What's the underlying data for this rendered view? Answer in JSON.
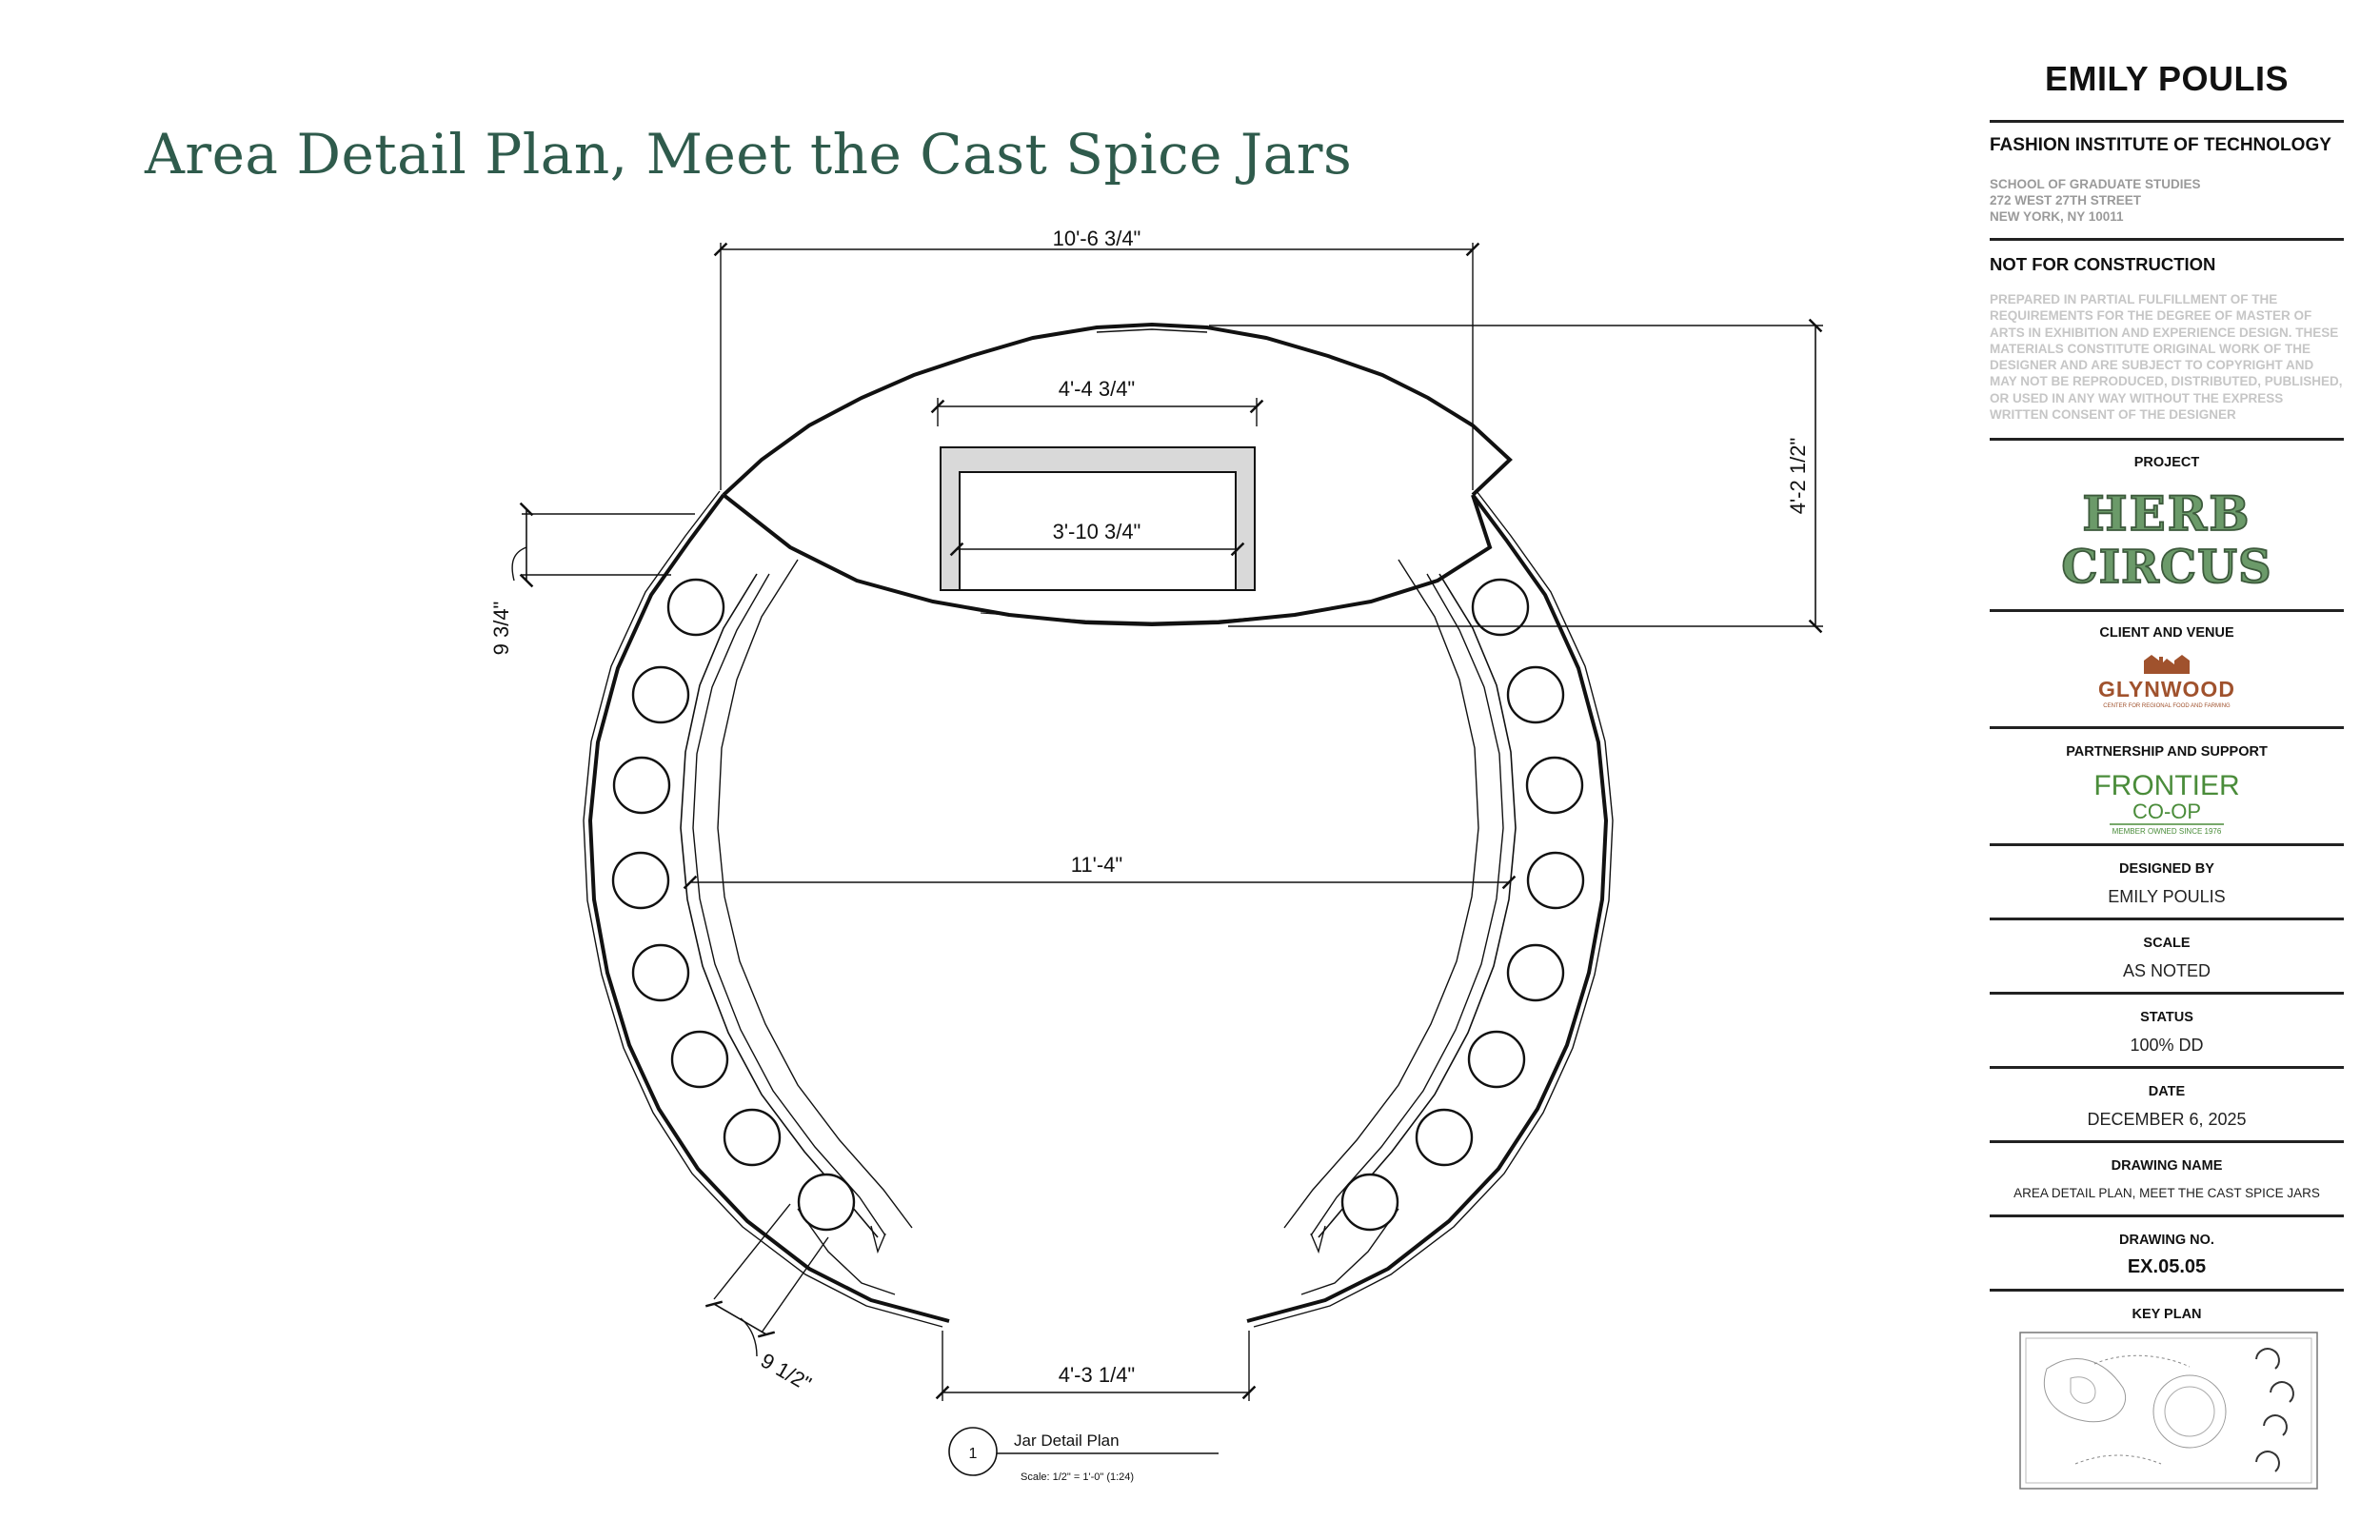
{
  "title": "Area Detail Plan, Meet the Cast Spice Jars",
  "dimensions": {
    "top_overall": "10'-6 3/4\"",
    "box_outer": "4'-4 3/4\"",
    "box_inner": "3'-10 3/4\"",
    "right_depth": "4'-2 1/2\"",
    "left_offset": "9 3/4\"",
    "interior_width": "11'-4\"",
    "opening": "4'-3 1/4\"",
    "bottom_offset": "9 1/2\""
  },
  "callout": {
    "number": "1",
    "name": "Jar Detail Plan",
    "scale": "Scale: 1/2\" = 1'-0\" (1:24)"
  },
  "title_block": {
    "designer_heading": "EMILY POULIS",
    "school": "FASHION INSTITUTE OF TECHNOLOGY",
    "department": "SCHOOL OF GRADUATE STUDIES",
    "street": "272 WEST 27TH STREET",
    "city": "NEW YORK, NY 10011",
    "nfc": "NOT FOR CONSTRUCTION",
    "disclaimer": "PREPARED IN PARTIAL FULFILLMENT OF THE REQUIREMENTS FOR THE DEGREE OF MASTER OF ARTS IN EXHIBITION AND EXPERIENCE DESIGN. THESE MATERIALS CONSTITUTE ORIGINAL WORK OF THE DESIGNER AND ARE SUBJECT TO COPYRIGHT AND MAY NOT BE REPRODUCED, DISTRIBUTED, PUBLISHED, OR USED IN ANY WAY WITHOUT THE EXPRESS WRITTEN CONSENT OF THE DESIGNER",
    "project_label": "PROJECT",
    "project_logo_line1": "HERB",
    "project_logo_line2": "CIRCUS",
    "client_label": "CLIENT AND VENUE",
    "client_logo": "GLYNWOOD",
    "client_tagline": "CENTER FOR REGIONAL FOOD AND FARMING",
    "partner_label": "PARTNERSHIP AND SUPPORT",
    "partner_logo_line1": "FRONTIER",
    "partner_logo_line2": "CO-OP",
    "partner_tagline": "MEMBER OWNED SINCE 1976",
    "designed_by_label": "DESIGNED BY",
    "designed_by": "EMILY POULIS",
    "scale_label": "SCALE",
    "scale": "AS NOTED",
    "status_label": "STATUS",
    "status": "100% DD",
    "date_label": "DATE",
    "date": "DECEMBER 6, 2025",
    "drawing_name_label": "DRAWING NAME",
    "drawing_name": "AREA DETAIL PLAN, MEET THE CAST SPICE JARS",
    "drawing_no_label": "DRAWING NO.",
    "drawing_no": "EX.05.05",
    "key_plan_label": "KEY PLAN"
  },
  "colors": {
    "title_green": "#2f5b4c",
    "herb_green": "#5f8c5c",
    "glynwood_brown": "#a0522d",
    "frontier_green": "#4a8c3a"
  }
}
